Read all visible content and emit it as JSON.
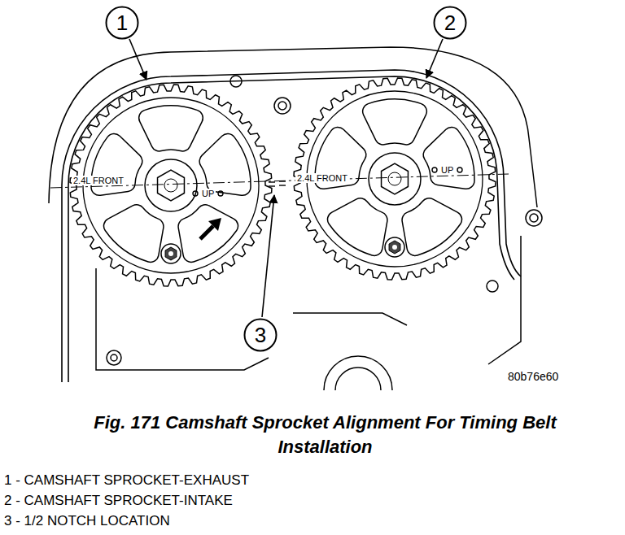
{
  "diagram": {
    "caption": "Fig. 171 Camshaft Sprocket Alignment For Timing Belt Installation",
    "nodes": [
      {
        "text": [
          "1"
        ]
      },
      {
        "text": [
          "2"
        ]
      },
      {
        "text": [
          "3"
        ]
      }
    ],
    "labels": [
      "2.4L FRONT",
      "UP",
      "2.4L FRONT",
      "UP",
      "80b76e60",
      "1 - CAMSHAFT SPROCKET-EXHAUST",
      "2 - CAMSHAFT SPROCKET-INTAKE",
      "3 - 1/2 NOTCH LOCATION"
    ]
  }
}
